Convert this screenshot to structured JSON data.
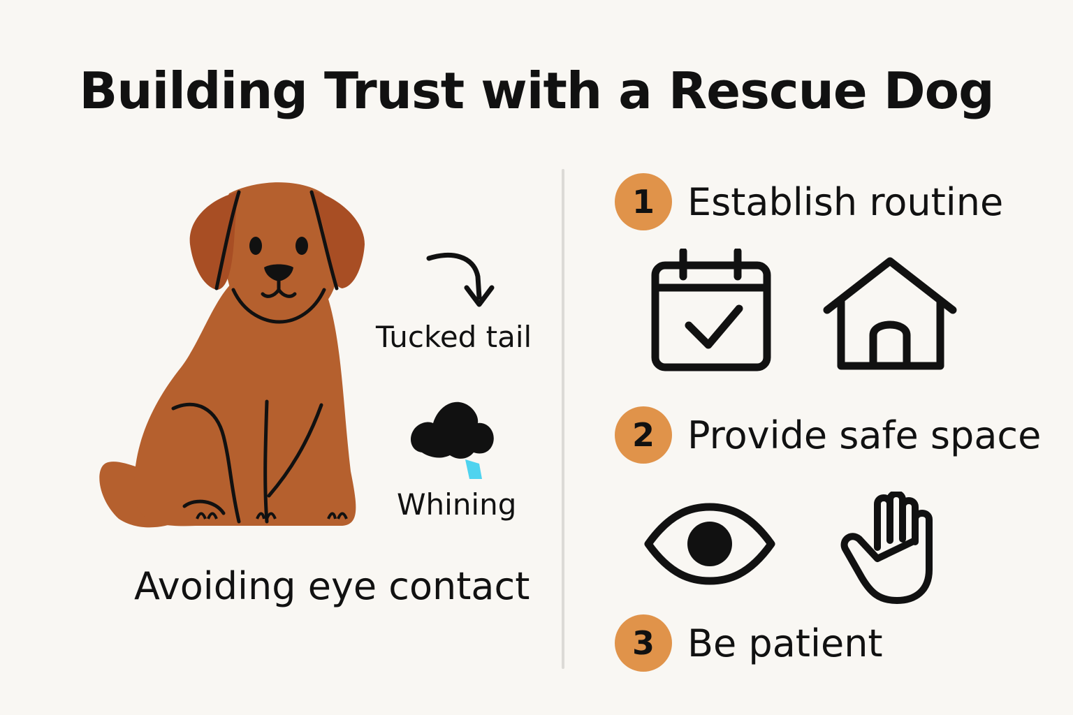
{
  "title": "Building Trust with a Rescue Dog",
  "colors": {
    "background": "#f9f7f3",
    "dog_body": "#b5602e",
    "dog_ear": "#a84e24",
    "badge": "#e0934a",
    "ink": "#111111",
    "tear": "#4fd3ef"
  },
  "signs": {
    "tucked_tail": {
      "icon": "curved-arrow-icon",
      "label": "Tucked tail"
    },
    "whining": {
      "icon": "cloud-icon",
      "label": "Whining"
    },
    "eye_contact": {
      "label": "Avoiding eye contact"
    }
  },
  "steps": [
    {
      "number": "1",
      "label": "Establish routine",
      "icons": [
        "calendar-check-icon",
        "house-icon"
      ]
    },
    {
      "number": "2",
      "label": "Provide safe space",
      "icons": [
        "eye-icon",
        "hand-icon"
      ]
    },
    {
      "number": "3",
      "label": "Be patient",
      "icons": []
    }
  ]
}
